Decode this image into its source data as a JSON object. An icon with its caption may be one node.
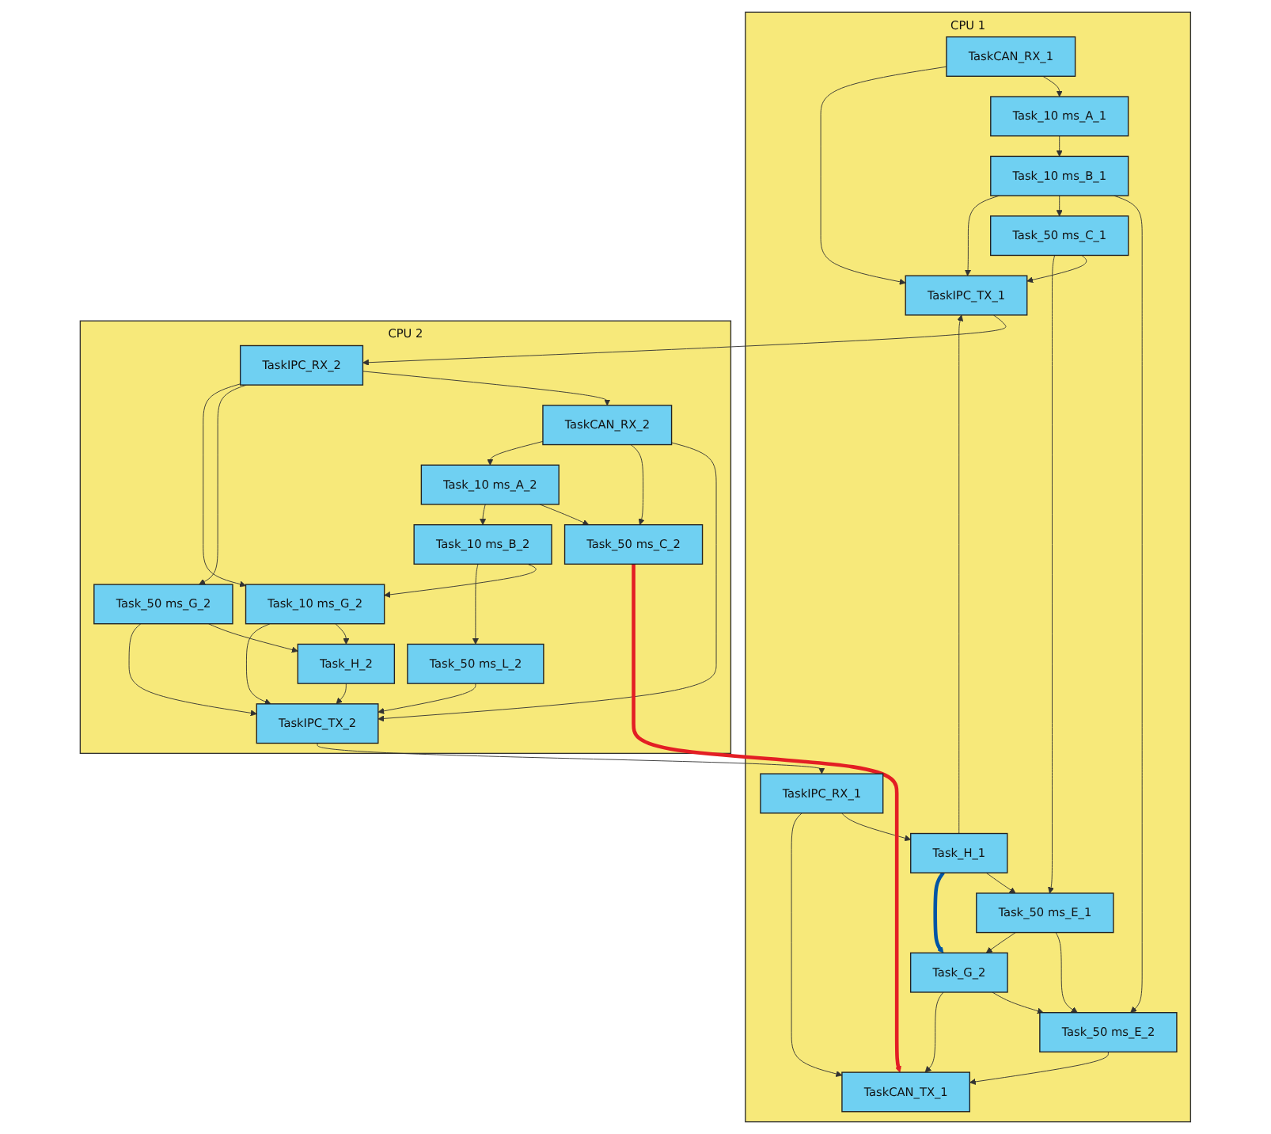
{
  "diagram": {
    "nodes": [
      {
        "text": [
          "CPU 1"
        ]
      },
      {
        "text": [
          "TaskCAN_RX_1"
        ],
        "in": 0
      },
      {
        "text": [
          "Task_10 ms_A_1"
        ],
        "in": 0
      },
      {
        "text": [
          "Task_10 ms_B_1"
        ],
        "in": 0
      },
      {
        "text": [
          "Task_50 ms_C_1"
        ],
        "in": 0
      },
      {
        "text": [
          "Task_50 ms_E_2"
        ],
        "in": 0
      },
      {
        "text": [
          "Task_G_2"
        ],
        "in": 0
      },
      {
        "text": [
          "TaskCAN_TX_1"
        ],
        "in": 0
      },
      {
        "text": [
          "Task_50 ms_E_1"
        ],
        "in": 0
      },
      {
        "text": [
          "Task_H_1"
        ],
        "in": 0
      },
      {
        "text": [
          "TaskIPC_TX_1"
        ],
        "in": 0
      },
      {
        "text": [
          "TaskIPC_RX_1"
        ],
        "in": 0
      },
      {
        "text": [
          "CPU 2"
        ]
      },
      {
        "text": [
          "TaskIPC_RX_2"
        ],
        "in": 12
      },
      {
        "text": [
          "TaskIPC_TX_2"
        ],
        "in": 12
      },
      {
        "text": [
          "TaskCAN_RX_2"
        ],
        "in": 12
      },
      {
        "text": [
          "Task_H_2"
        ],
        "in": 12
      },
      {
        "text": [
          "Task_50 ms_C_2"
        ],
        "in": 12
      },
      {
        "text": [
          "Task_50 ms_G_2"
        ],
        "in": 12
      },
      {
        "text": [
          "Task_50 ms_L_2"
        ],
        "in": 12
      },
      {
        "text": [
          "Task_10 ms_A_2"
        ],
        "in": 12
      },
      {
        "text": [
          "Task_10 ms_G_2"
        ],
        "in": 12
      },
      {
        "text": [
          "Task_10 ms_B_2"
        ],
        "in": 12
      }
    ],
    "edges": [
      {
        "from": 1,
        "to": 2,
        "arrow": "to"
      },
      {
        "from": 2,
        "to": 3,
        "arrow": "to"
      },
      {
        "from": 3,
        "to": 5,
        "arrow": "to"
      },
      {
        "from": 3,
        "to": 4,
        "arrow": "to"
      },
      {
        "from": 3,
        "to": 10,
        "arrow": "to"
      },
      {
        "from": 1,
        "to": 10,
        "arrow": "to"
      },
      {
        "from": 4,
        "to": 10,
        "arrow": "to"
      },
      {
        "from": 4,
        "to": 8,
        "arrow": "to"
      },
      {
        "from": 9,
        "to": 10,
        "arrow": "to"
      },
      {
        "from": 6,
        "to": 5,
        "arrow": "to"
      },
      {
        "from": 8,
        "to": 5,
        "arrow": "to"
      },
      {
        "from": 8,
        "to": 6,
        "arrow": "to"
      },
      {
        "from": 6,
        "to": 7,
        "arrow": "to"
      },
      {
        "from": 5,
        "to": 7,
        "arrow": "to"
      },
      {
        "from": 9,
        "to": 8,
        "arrow": "to"
      },
      {
        "from": 11,
        "to": 9,
        "arrow": "to"
      },
      {
        "from": 11,
        "to": 7,
        "arrow": "to"
      },
      {
        "from": 10,
        "to": 13,
        "arrow": "to"
      },
      {
        "from": 14,
        "to": 11,
        "arrow": "to"
      },
      {
        "from": 13,
        "to": 15,
        "arrow": "to"
      },
      {
        "from": 13,
        "to": 18,
        "arrow": "to"
      },
      {
        "from": 13,
        "to": 21,
        "arrow": "to"
      },
      {
        "from": 15,
        "to": 14,
        "arrow": "to"
      },
      {
        "from": 15,
        "to": 17,
        "arrow": "to"
      },
      {
        "from": 15,
        "to": 20,
        "arrow": "to"
      },
      {
        "from": 18,
        "to": 16,
        "arrow": "to"
      },
      {
        "from": 18,
        "to": 14,
        "arrow": "to"
      },
      {
        "from": 16,
        "to": 14,
        "arrow": "to"
      },
      {
        "from": 21,
        "to": 16,
        "arrow": "to"
      },
      {
        "from": 21,
        "to": 14,
        "arrow": "to"
      },
      {
        "from": 19,
        "to": 14,
        "arrow": "to"
      },
      {
        "from": 20,
        "to": 17,
        "arrow": "to"
      },
      {
        "from": 20,
        "to": 22,
        "arrow": "to"
      },
      {
        "from": 22,
        "to": 21,
        "arrow": "to"
      },
      {
        "from": 22,
        "to": 19,
        "arrow": "to"
      },
      {
        "from": 17,
        "to": 7,
        "arrow": "to",
        "style": "thick",
        "color": "#e31e24"
      },
      {
        "from": 9,
        "to": 6,
        "arrow": "to",
        "style": "thick",
        "color": "#0055a5"
      }
    ]
  }
}
